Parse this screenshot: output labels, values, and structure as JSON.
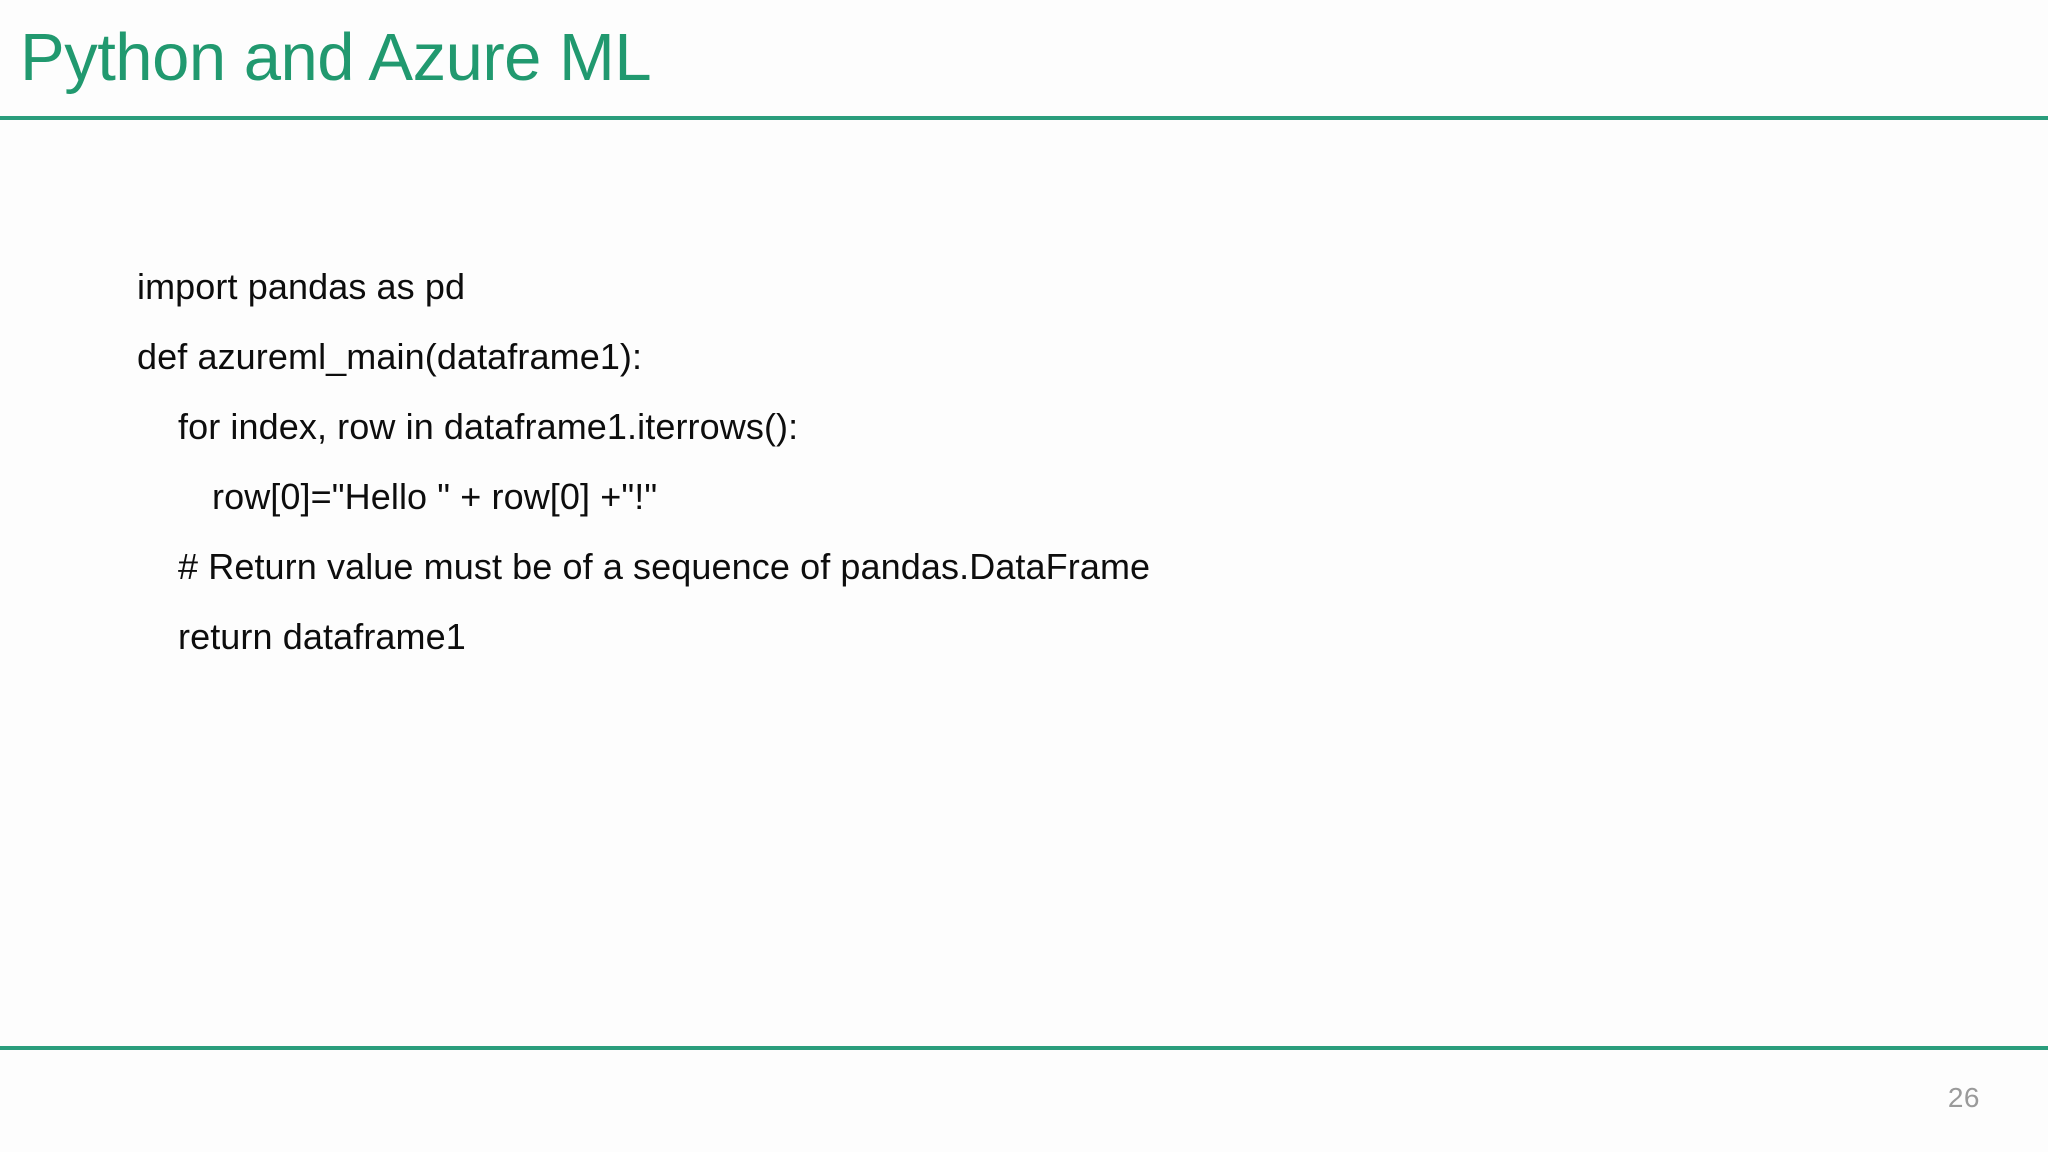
{
  "slide": {
    "title": "Python and Azure ML",
    "page_number": "26",
    "accent_color": "#21996f",
    "rule_color": "#2a9d7c",
    "background_color": "#fdfdfd",
    "body_text_color": "#0d0d0d",
    "page_number_color": "#9a9a9a"
  },
  "code": {
    "language": "python",
    "lines": [
      {
        "text": "import pandas as pd",
        "indent": 0
      },
      {
        "text": "def azureml_main(dataframe1):",
        "indent": 0
      },
      {
        "text": "for index, row in dataframe1.iterrows():",
        "indent": 1
      },
      {
        "text": "row[0]=\"Hello \" + row[0] +\"!\"",
        "indent": 2
      },
      {
        "text": "# Return value must be of a sequence of pandas.DataFrame",
        "indent": 1
      },
      {
        "text": "return dataframe1",
        "indent": 1
      }
    ]
  }
}
